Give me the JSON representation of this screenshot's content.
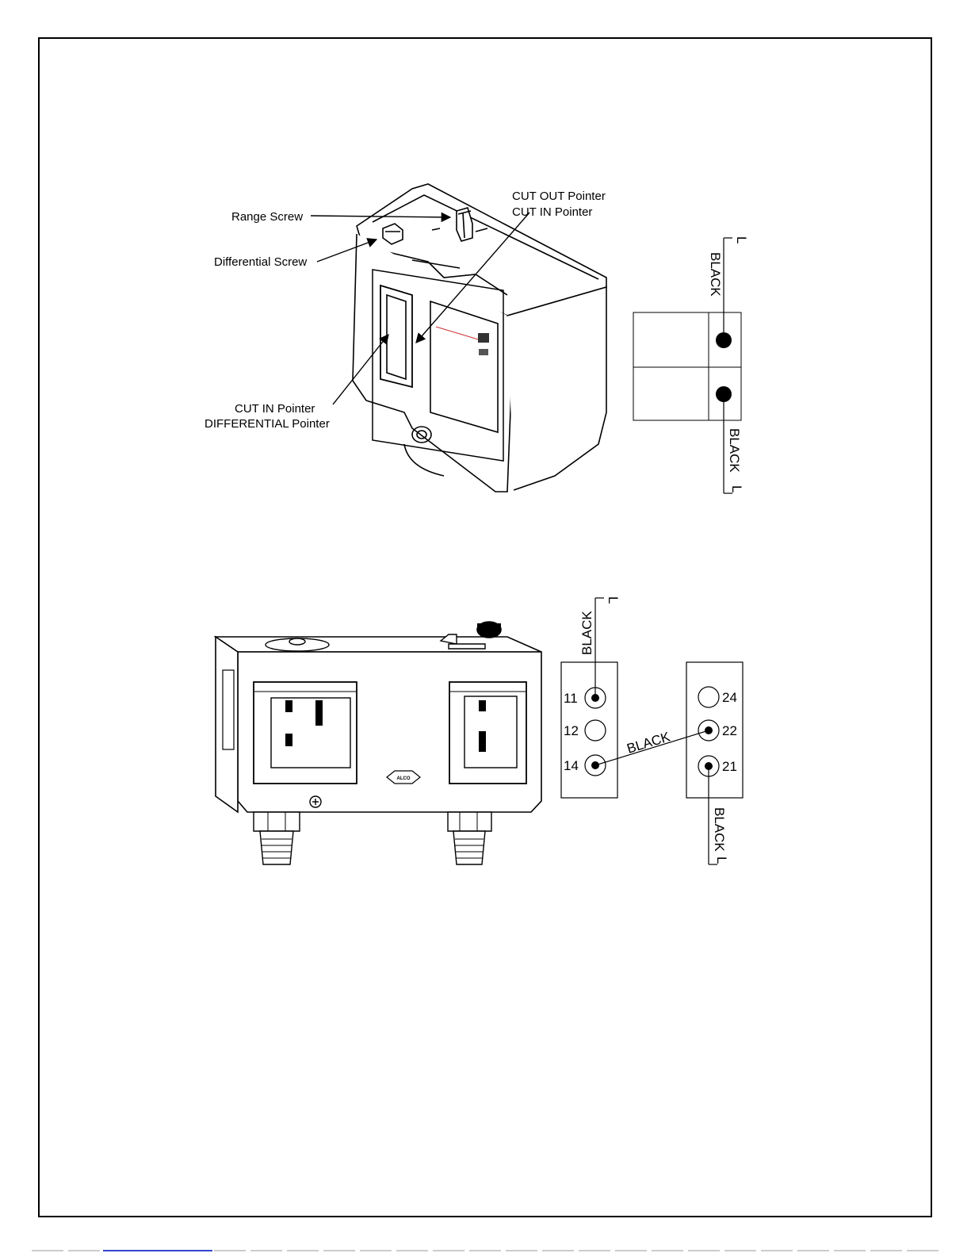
{
  "top_switch": {
    "callouts": {
      "range_screw": "Range Screw",
      "differential_screw": "Differential Screw",
      "cut_out_pointer": "CUT OUT  Pointer",
      "cut_in_pointer_top": "CUT IN Pointer",
      "cut_in_pointer_bottom": "CUT IN Pointer",
      "differential_pointer": "DIFFERENTIAL Pointer"
    },
    "wiring": {
      "top_wire_label": "BLACK",
      "top_wire_end": "L",
      "bottom_wire_label": "BLACK",
      "bottom_wire_end": "L"
    }
  },
  "bottom_switch": {
    "logo_text": "ALCO",
    "left_block": {
      "terminals": [
        "11",
        "12",
        "14"
      ]
    },
    "right_block": {
      "terminals": [
        "24",
        "22",
        "21"
      ]
    },
    "wiring": {
      "top_wire_label": "BLACK",
      "top_wire_end": "L",
      "jumper_label": "BLACK",
      "bottom_wire_label": "BLACK",
      "bottom_wire_end": "L"
    }
  }
}
